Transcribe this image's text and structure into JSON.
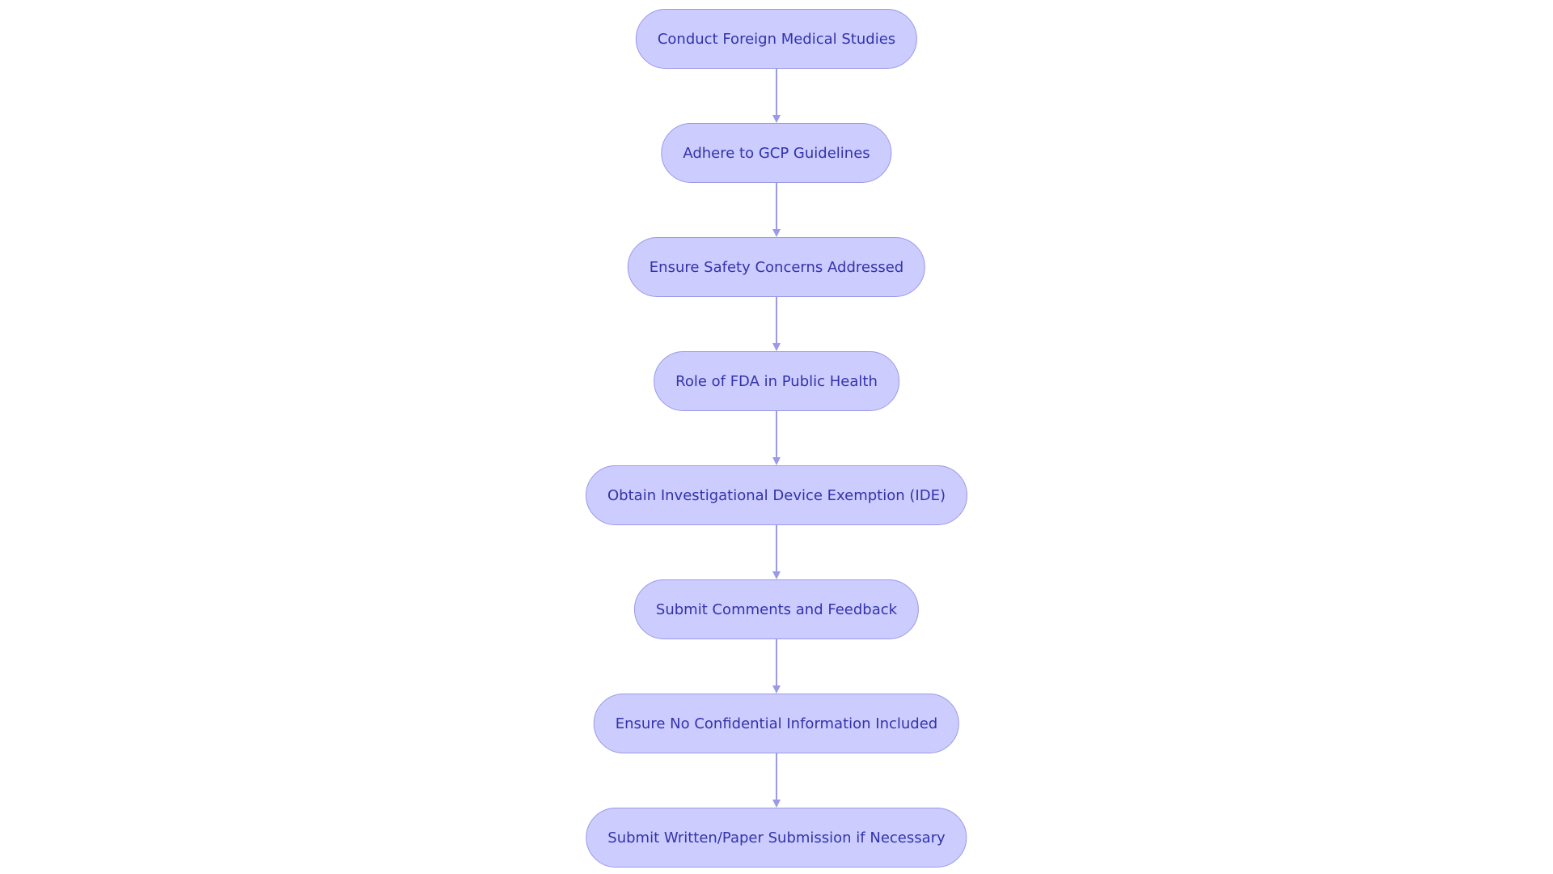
{
  "flowchart": {
    "colors": {
      "node_fill": "#ccccff",
      "node_border": "#9a9ae6",
      "node_text": "#3333aa",
      "edge": "#9a9ae6"
    },
    "nodes": [
      {
        "id": "n1",
        "label": "Conduct Foreign Medical Studies"
      },
      {
        "id": "n2",
        "label": "Adhere to GCP Guidelines"
      },
      {
        "id": "n3",
        "label": "Ensure Safety Concerns Addressed"
      },
      {
        "id": "n4",
        "label": "Role of FDA in Public Health"
      },
      {
        "id": "n5",
        "label": "Obtain Investigational Device Exemption (IDE)"
      },
      {
        "id": "n6",
        "label": "Submit Comments and Feedback"
      },
      {
        "id": "n7",
        "label": "Ensure No Confidential Information Included"
      },
      {
        "id": "n8",
        "label": "Submit Written/Paper Submission if Necessary"
      }
    ],
    "edges": [
      {
        "from": "n1",
        "to": "n2"
      },
      {
        "from": "n2",
        "to": "n3"
      },
      {
        "from": "n3",
        "to": "n4"
      },
      {
        "from": "n4",
        "to": "n5"
      },
      {
        "from": "n5",
        "to": "n6"
      },
      {
        "from": "n6",
        "to": "n7"
      },
      {
        "from": "n7",
        "to": "n8"
      }
    ]
  }
}
